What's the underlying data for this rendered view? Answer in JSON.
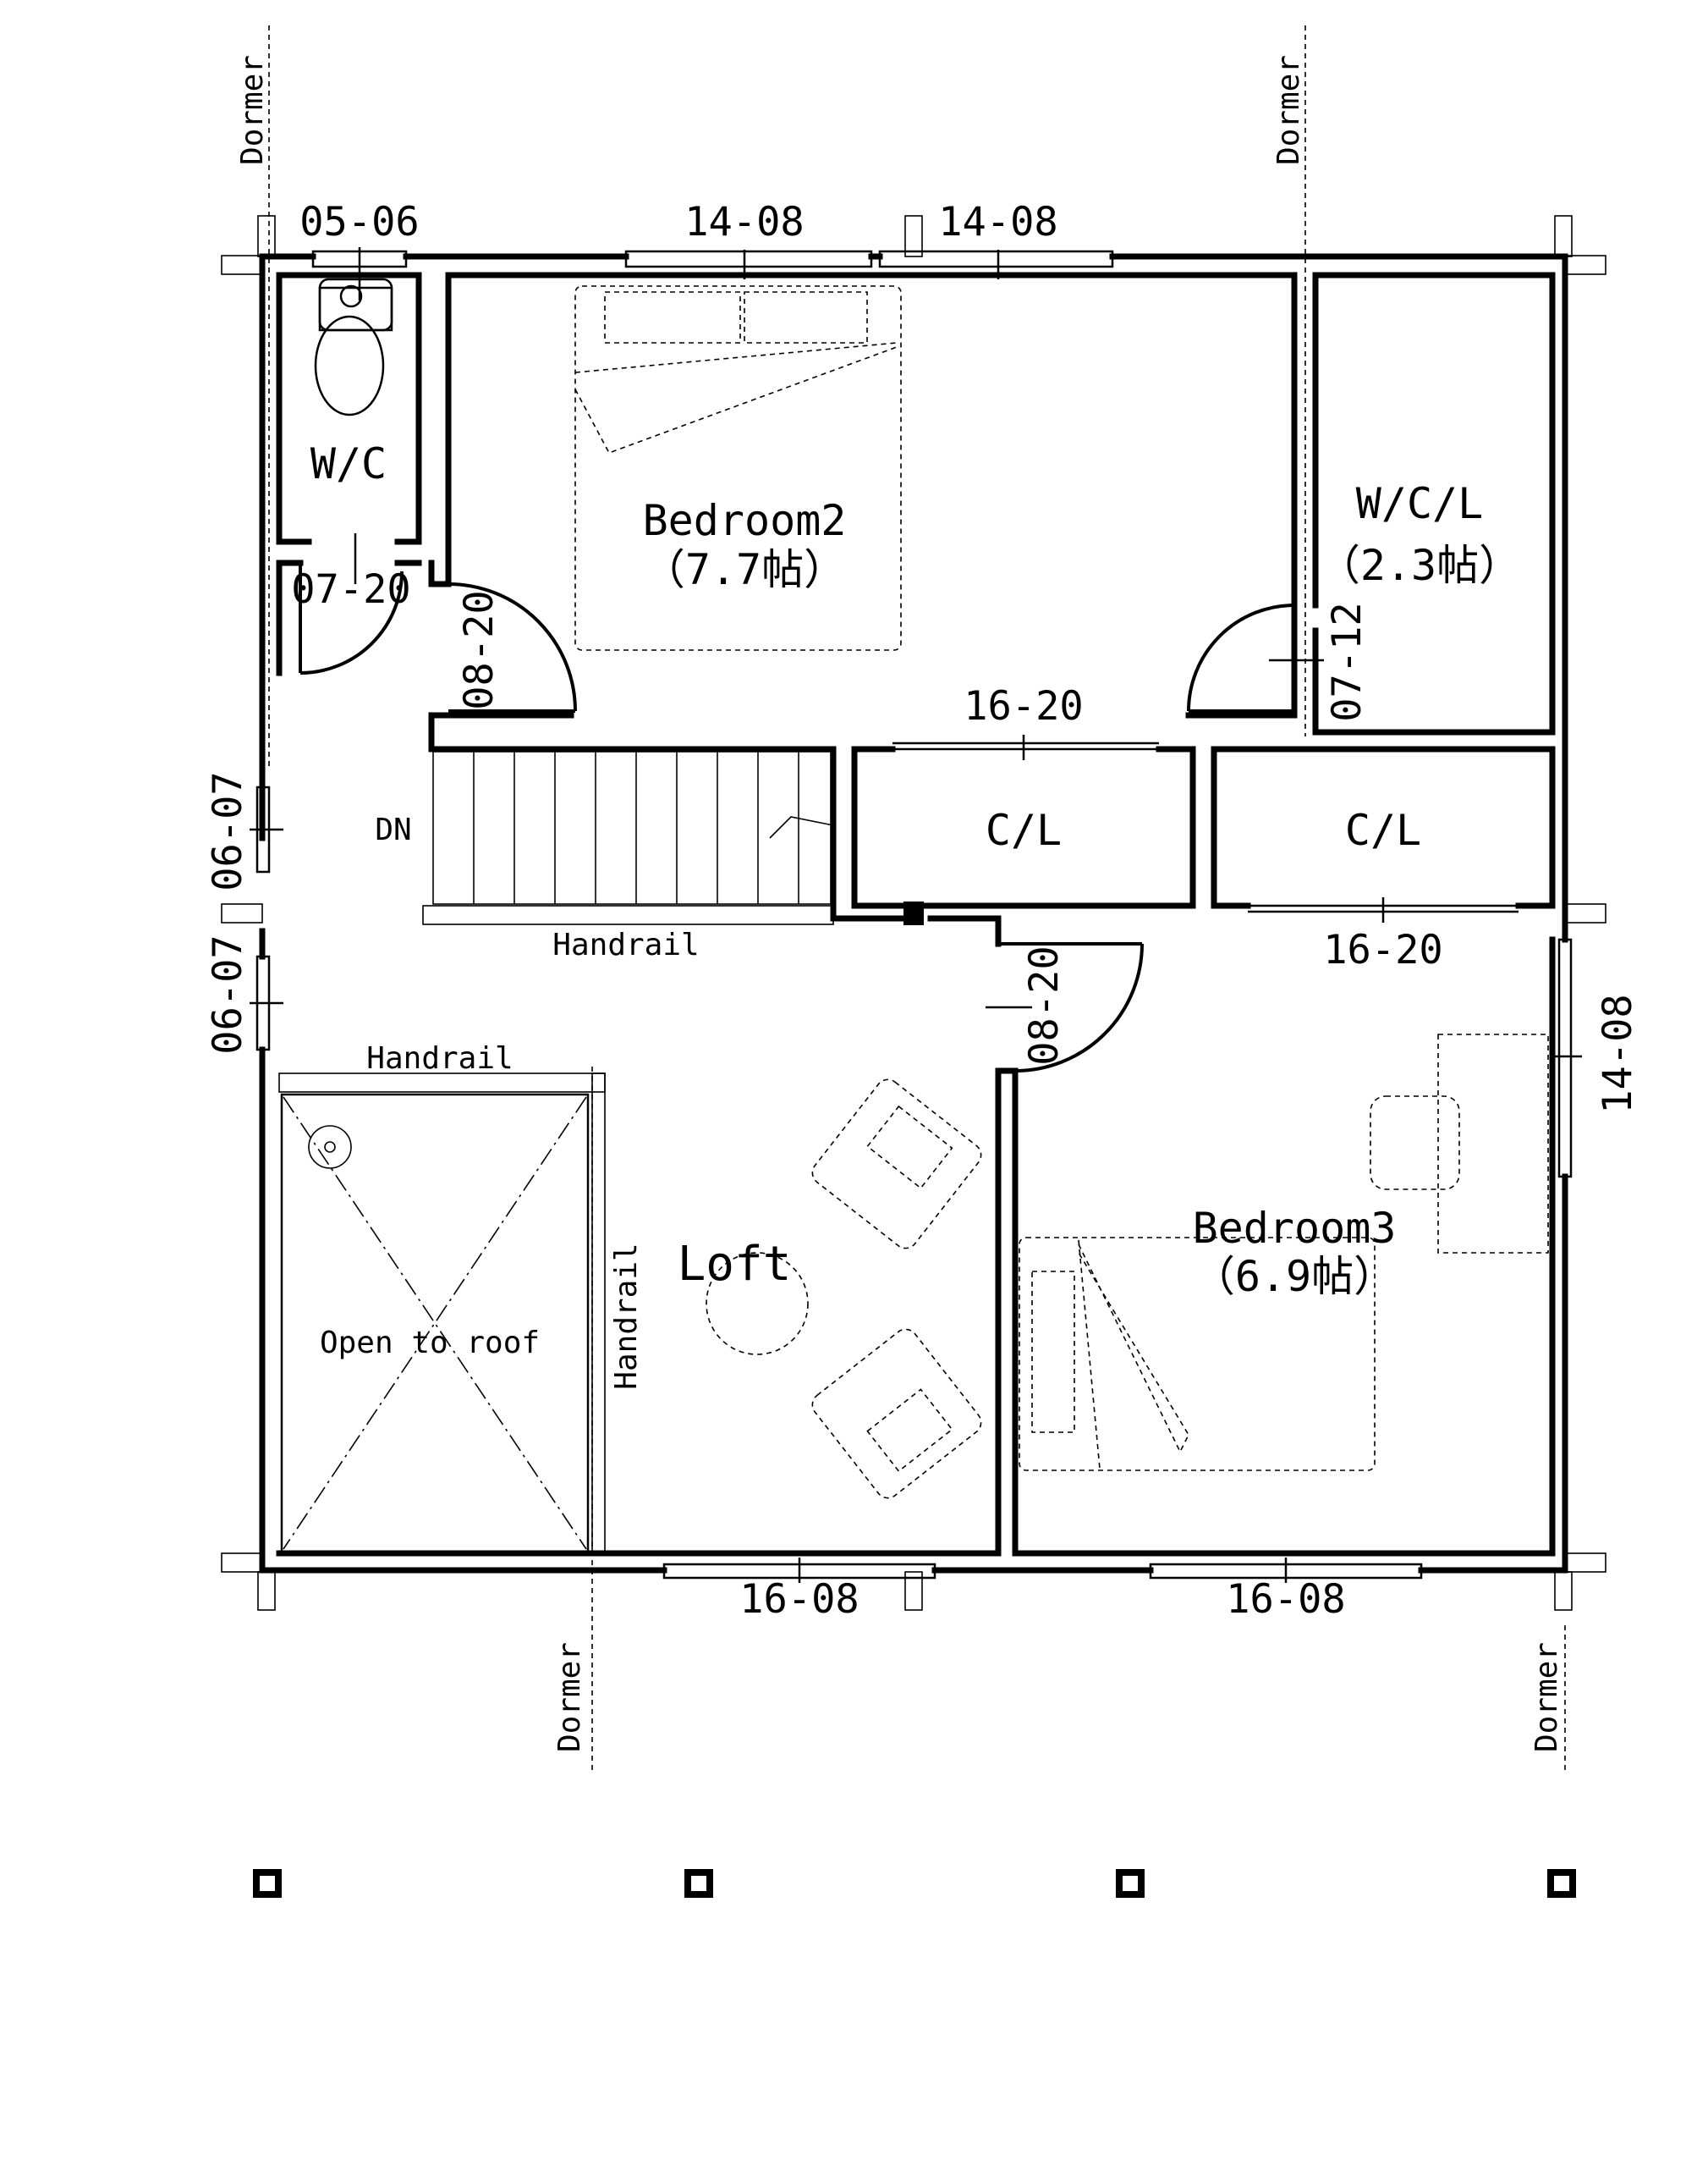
{
  "plan": {
    "rooms": {
      "wc": "W/C",
      "bedroom2": "Bedroom2",
      "bedroom2_area": "（7.7帖）",
      "wcl": "W/C/L",
      "wcl_area": "（2.3帖）",
      "cl_left": "C/L",
      "cl_right": "C/L",
      "loft": "Loft",
      "bedroom3": "Bedroom3",
      "bedroom3_area": "（6.9帖）",
      "open_to_roof": "Open to roof"
    },
    "labels": {
      "stairs_down": "DN",
      "handrail": "Handrail",
      "dormer": "Dormer"
    },
    "dimensions": {
      "top_wc_window": "05-06",
      "top_bed2_window_a": "14-08",
      "top_bed2_window_b": "14-08",
      "wc_door": "07-20",
      "bed2_door": "08-20",
      "wcl_door": "07-12",
      "cl_left_door": "16-20",
      "cl_right_door": "16-20",
      "loft_door": "08-20",
      "left_window_a": "06-07",
      "left_window_b": "06-07",
      "right_window": "14-08",
      "bottom_window_a": "16-08",
      "bottom_window_b": "16-08"
    }
  }
}
